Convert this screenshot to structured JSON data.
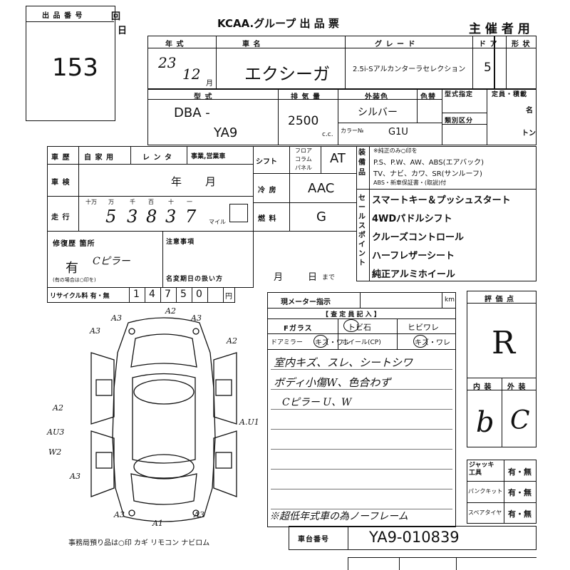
{
  "header": {
    "lot_label": "出 品 番 号",
    "lot_number": "153",
    "day_marks": [
      "回",
      "日"
    ],
    "title": "KCAA.グループ 出 品 票",
    "organizer": "主 催 者 用"
  },
  "row1": {
    "year_label": "年 式",
    "year_value": "23",
    "month_value": "12",
    "month_unit": "月",
    "name_label": "車 名",
    "name_value": "エクシーガ",
    "grade_label": "グ レ ー ド",
    "grade_value": "2.5i-Sアルカンターラセレクション",
    "doors_label": "ド ア",
    "doors_value": "5",
    "shape_label": "形 状"
  },
  "row2": {
    "model_label": "型 式",
    "model_prefix": "DBA -",
    "model_value": "YA9",
    "cc_label": "排 気 量",
    "cc_value": "2500",
    "cc_unit": "c.c.",
    "color_label": "外装色",
    "color_value": "シルバー",
    "colorno_label": "色替",
    "colorno_prefix": "カラー№",
    "colorno_value": "G1U",
    "typedesig_label": "型式指定",
    "classif_label": "類別区分",
    "capacity_label": "定員・積載",
    "capacity_unit1": "名",
    "capacity_unit2": "トン"
  },
  "left_block": {
    "history_label": "車 歴",
    "history_opts": [
      "自 家 用",
      "レ ン タ",
      "事業,営業車"
    ],
    "inspection_label": "車 検",
    "inspection_year": "年",
    "inspection_month": "月",
    "mileage_label": "走 行",
    "mileage_units": [
      "十万",
      "万",
      "千",
      "百",
      "十",
      "一"
    ],
    "mileage_digits": [
      "5",
      "3",
      "8",
      "3",
      "7"
    ],
    "mileage_unit": "マイル",
    "repair_label": "修復歴 箇所",
    "repair_value": "有",
    "repair_note": "Cピラー",
    "repair_small": "(有の場合は○印を)",
    "notes_label": "注意事項",
    "expiry_label": "名変期日の扱い方",
    "expiry_month": "月",
    "expiry_day": "日",
    "expiry_suffix": "まで",
    "recycle_label": "リサイクル料 有・無",
    "recycle_digits": [
      "1",
      "4",
      "7",
      "5",
      "0"
    ],
    "recycle_unit": "円"
  },
  "mid_block": {
    "shift_label": "シフト",
    "shift_opts": [
      "フロア",
      "コラム",
      "パネル"
    ],
    "shift_value": "AT",
    "ac_label": "冷 房",
    "ac_value": "AAC",
    "fuel_label": "燃 料",
    "fuel_value": "G"
  },
  "equipment": {
    "side_label": "装 備 品",
    "line1": "※純正のみ○印を",
    "line2": "P.S、P.W、AW、ABS(エアバック)",
    "line3": "TV、ナビ、カワ、SR(サンルーフ)",
    "line4": "ABS・新車保証書・(取説)付",
    "sales_label": "セールスポイント",
    "points": [
      "スマートキー＆プッシュスタート",
      "4WDパドルシフト",
      "クルーズコントロール",
      "ハーフレザーシート",
      "純正アルミホイール"
    ]
  },
  "inspector": {
    "meter_label": "現メーター指示",
    "meter_unit": "km",
    "section_label": "【 査 定 員 記 入 】",
    "glass_label": "Fガラス",
    "glass_opts": [
      "トビ石",
      "ヒビワレ"
    ],
    "mirror_label": "ドアミラー",
    "mirror_opts": "キズ・ワレ",
    "wheel_label": "ホイール(CP)",
    "wheel_opts": "キズ・ワレ",
    "remarks": [
      "室内キズ、スレ、シートシワ",
      "ボディ小傷W、色合わず",
      "Cピラー U、W"
    ],
    "footer_note": "※超低年式車の為ノーフレーム"
  },
  "grade_box": {
    "title": "評 価 点",
    "score": "R",
    "interior_label": "内 装",
    "exterior_label": "外 装",
    "interior_score": "b",
    "exterior_score": "C"
  },
  "kit": {
    "jack_label": "ジャッキ工具",
    "jack_opts": "有・無",
    "puncture_label": "パンクキット",
    "puncture_opts": "有・無",
    "spare_label": "スペアタイヤ",
    "spare_opts": "有・無"
  },
  "chassis": {
    "label": "車台番号",
    "value": "YA9-010839"
  },
  "diagram": {
    "marks": [
      "A3",
      "A2",
      "A3",
      "A3",
      "A2",
      "A2",
      "AU3",
      "W2",
      "A3",
      "A.U1",
      "A3",
      "A1",
      "A3"
    ],
    "footer": "事務局預り品は○印   カギ  リモコン  ナビロム"
  }
}
